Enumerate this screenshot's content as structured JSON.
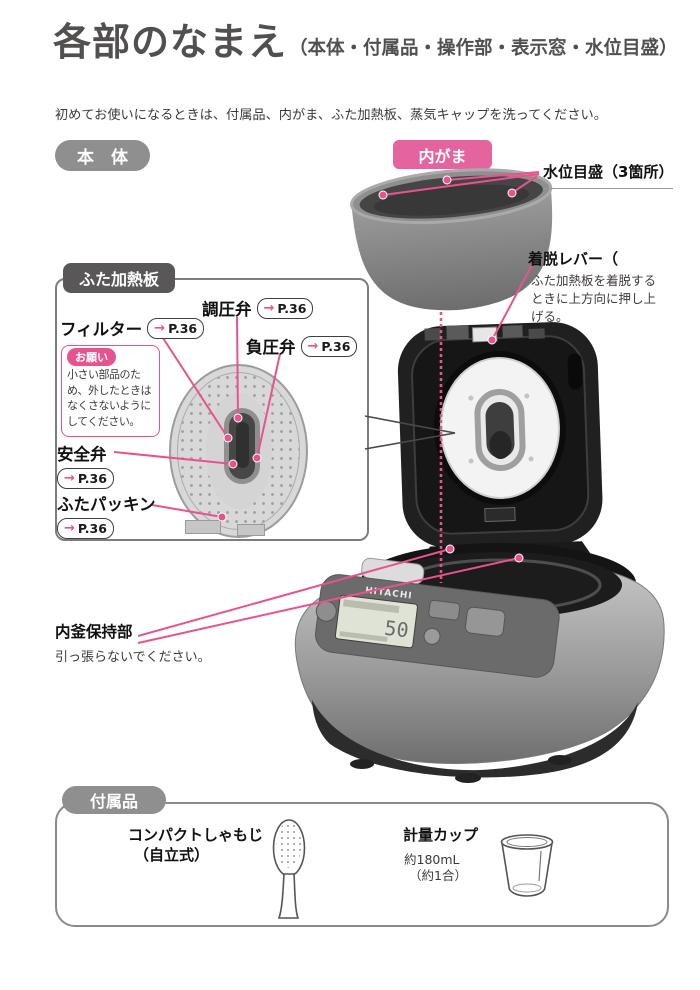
{
  "header": {
    "title": "各部のなまえ",
    "subtitle": "（本体・付属品・操作部・表示窓・水位目盛）",
    "intro": "初めてお使いになるときは、付属品、内がま、ふた加熱板、蒸気キャップを洗ってください。"
  },
  "sections": {
    "body_badge": "本　体",
    "inner_pot_badge": "内がま",
    "lid_plate_badge": "ふた加熱板",
    "accessories_badge": "付属品"
  },
  "inner_pot": {
    "water_level_label": "水位目盛（3箇所）"
  },
  "lever": {
    "title": "着脱レバー（",
    "desc": "ふた加熱板を着脱するときに上方向に押し上げる。"
  },
  "lid_plate": {
    "arrow": "→",
    "parts": [
      {
        "name": "調圧弁",
        "ref": "P.36"
      },
      {
        "name": "フィルター",
        "ref": "P.36"
      },
      {
        "name": "負圧弁",
        "ref": "P.36"
      },
      {
        "name": "安全弁",
        "ref": "P.36"
      },
      {
        "name": "ふたパッキン",
        "ref": "P.36"
      }
    ],
    "note": {
      "title": "お願い",
      "text": "小さい部品のため、外したときはなくさないようにしてください。"
    }
  },
  "body": {
    "holder_label": "内釜保持部",
    "holder_note": "引っ張らないでください。",
    "brand": "HITACHI",
    "lcd_value": "50"
  },
  "accessories": {
    "items": [
      {
        "name": "コンパクトしゃもじ",
        "sub": "（自立式）"
      },
      {
        "name": "計量カップ",
        "desc1": "約180mL",
        "desc2": "（約1合）"
      }
    ]
  },
  "colors": {
    "accent_pink": "#e8538f",
    "badge_gray": "#8f8f8f",
    "badge_dark": "#595757",
    "text_dark": "#3e3a39"
  }
}
